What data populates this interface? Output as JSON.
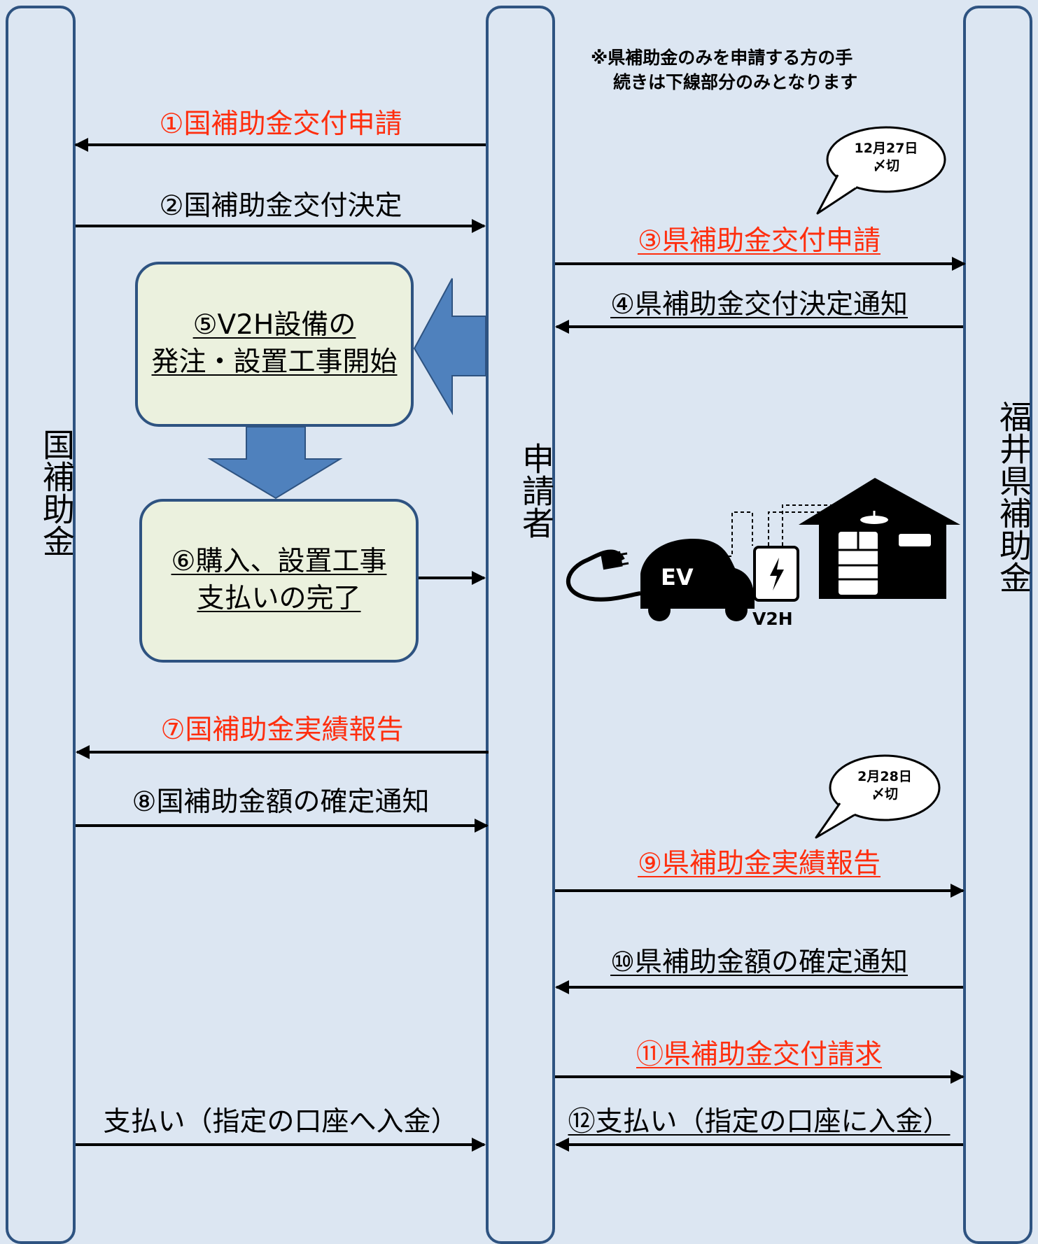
{
  "columns": {
    "left": "国補助金",
    "middle": "申請者",
    "right": "福井県補助金"
  },
  "note": [
    "※県補助金のみを申請する方の手",
    "続きは下線部分のみとなります"
  ],
  "deadlines": [
    {
      "date": "12月27日",
      "suffix": "〆切"
    },
    {
      "date": "2月28日",
      "suffix": "〆切"
    }
  ],
  "steps": {
    "s1": "①国補助金交付申請",
    "s2": "②国補助金交付決定",
    "s3": "③県補助金交付申請",
    "s4": "④県補助金交付決定通知",
    "s5": [
      "⑤V2H設備の",
      "発注・設置工事開始"
    ],
    "s6": [
      "⑥購入、設置工事",
      "支払いの完了"
    ],
    "s7": "⑦国補助金実績報告",
    "s8": "⑧国補助金額の確定通知",
    "s9": "⑨県補助金実績報告",
    "s10": "⑩県補助金額の確定通知",
    "s11": "⑪県補助金交付請求",
    "s12": "⑫支払い（指定の口座に入金）",
    "pay_national": "支払い（指定の口座へ入金）"
  },
  "illustration": {
    "car_label": "EV",
    "charger_label": "V2H",
    "icons": [
      "plug-icon",
      "car-icon",
      "lightning-icon",
      "house-icon",
      "fridge-icon",
      "air-conditioner-icon",
      "ceiling-light-icon"
    ]
  },
  "colors": {
    "background": "#dce6f2",
    "column_border": "#2e5381",
    "box_fill": "#ebf1de",
    "block_arrow": "#4f81bd",
    "red_text": "#ff2e0e"
  }
}
